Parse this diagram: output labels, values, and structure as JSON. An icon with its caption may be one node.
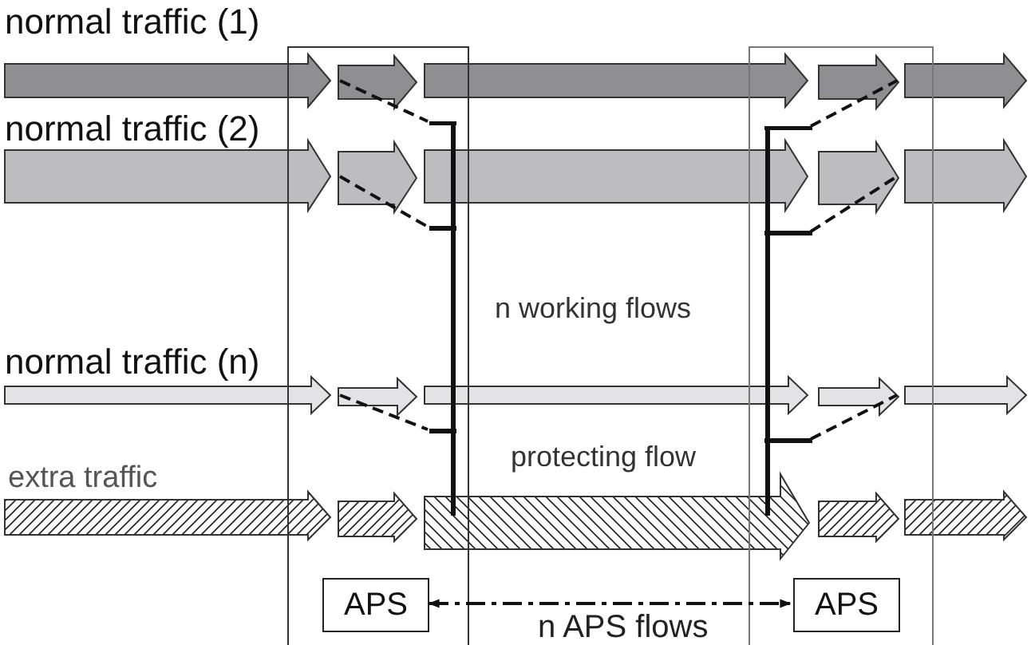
{
  "diagram": {
    "nodes": [
      {
        "text": [],
        "shape": "box"
      },
      {
        "text": [],
        "shape": "box"
      },
      {
        "text": [
          "normal traffic (1)"
        ]
      },
      {
        "text": [],
        "shape": "arrow",
        "in": 0
      },
      {
        "text": [],
        "shape": "arrow"
      },
      {
        "text": [],
        "shape": "arrow",
        "in": 1
      },
      {
        "text": [],
        "shape": "arrow"
      },
      {
        "text": [
          "normal traffic (2)"
        ]
      },
      {
        "text": [],
        "shape": "arrow",
        "in": 0
      },
      {
        "text": [],
        "shape": "arrow"
      },
      {
        "text": [],
        "shape": "arrow",
        "in": 1
      },
      {
        "text": [],
        "shape": "arrow"
      },
      {
        "text": [
          "normal traffic (n)"
        ]
      },
      {
        "text": [],
        "shape": "arrow",
        "in": 0
      },
      {
        "text": [],
        "shape": "arrow"
      },
      {
        "text": [],
        "shape": "arrow",
        "in": 1
      },
      {
        "text": [],
        "shape": "arrow"
      },
      {
        "text": [
          "extra traffic"
        ]
      },
      {
        "text": [],
        "shape": "arrow",
        "in": 0
      },
      {
        "text": [
          "protecting flow"
        ]
      },
      {
        "text": [],
        "shape": "arrow",
        "in": 1
      },
      {
        "text": [],
        "shape": "arrow"
      },
      {
        "text": [],
        "shape": "bar",
        "in": 0
      },
      {
        "text": [],
        "shape": "bar",
        "in": 1
      },
      {
        "text": [
          "APS"
        ],
        "in": 0
      },
      {
        "text": [
          "APS"
        ],
        "in": 1
      }
    ],
    "edges": [
      {
        "from": 3,
        "to": 22,
        "arrow": "none",
        "style": "dashed"
      },
      {
        "from": 8,
        "to": 22,
        "arrow": "none",
        "style": "dashed"
      },
      {
        "from": 13,
        "to": 22,
        "arrow": "none",
        "style": "dashed"
      },
      {
        "from": 23,
        "to": 5,
        "arrow": "none",
        "style": "dashed"
      },
      {
        "from": 23,
        "to": 10,
        "arrow": "none",
        "style": "dashed"
      },
      {
        "from": 23,
        "to": 15,
        "arrow": "none",
        "style": "dashed"
      },
      {
        "from": 24,
        "to": 25,
        "arrow": "both",
        "style": "dashed",
        "label": "n APS flows"
      }
    ],
    "labels": [
      "n working flows"
    ]
  }
}
